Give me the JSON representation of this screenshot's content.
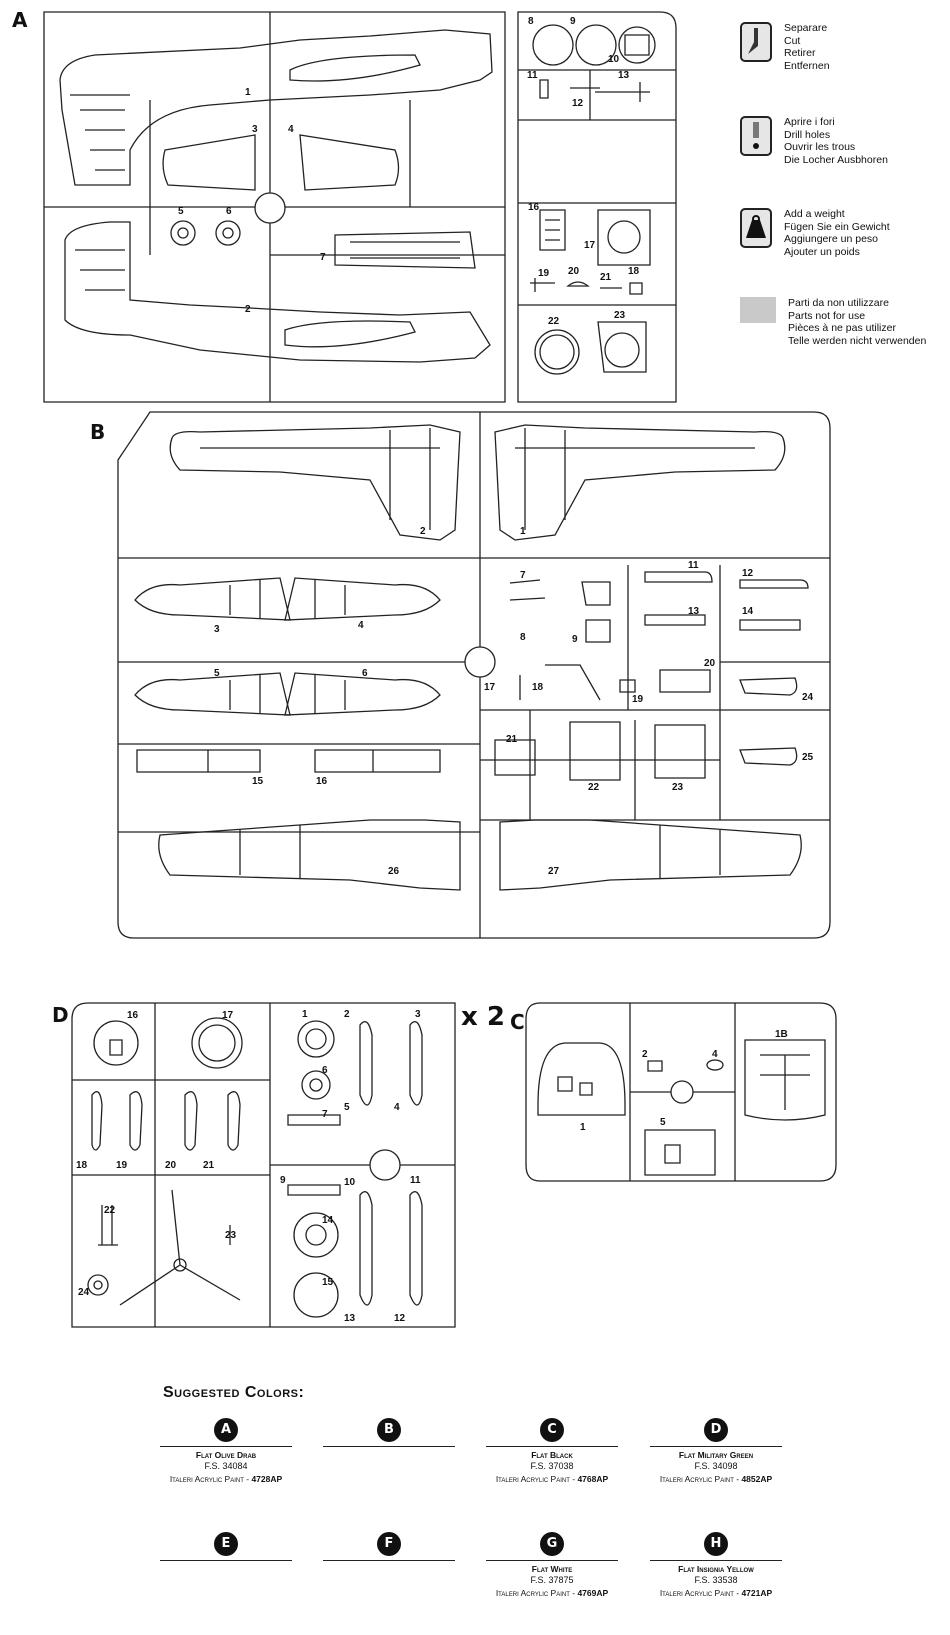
{
  "sprues": {
    "A": {
      "letter": "A",
      "parts": [
        "1",
        "2",
        "3",
        "4",
        "5",
        "6",
        "7",
        "8",
        "9",
        "10",
        "11",
        "12",
        "13",
        "16",
        "17",
        "19",
        "20",
        "21",
        "18",
        "22",
        "23"
      ]
    },
    "B": {
      "letter": "B",
      "parts": [
        "2",
        "1",
        "7",
        "8",
        "9",
        "11",
        "12",
        "13",
        "14",
        "3",
        "4",
        "5",
        "6",
        "17",
        "18",
        "19",
        "20",
        "24",
        "25",
        "21",
        "22",
        "23",
        "15",
        "16",
        "26",
        "27"
      ]
    },
    "C": {
      "letter": "C",
      "parts": [
        "1",
        "2",
        "4",
        "5",
        "1B"
      ]
    },
    "D": {
      "letter": "D",
      "multiplier": "x 2",
      "parts": [
        "16",
        "17",
        "18",
        "19",
        "20",
        "21",
        "22",
        "23",
        "24",
        "1",
        "2",
        "3",
        "6",
        "7",
        "5",
        "4",
        "9",
        "10",
        "11",
        "14",
        "15",
        "13",
        "12"
      ]
    }
  },
  "legend": {
    "cut": [
      "Separare",
      "Cut",
      "Retirer",
      "Entfernen"
    ],
    "drill": [
      "Aprire i fori",
      "Drill holes",
      "Ouvrir les trous",
      "Die Locher Ausbhoren"
    ],
    "weight": [
      "Add a weight",
      "Fügen Sie ein Gewicht",
      "Aggiungere un peso",
      "Ajouter un poids"
    ],
    "unused": [
      "Parti da non utilizzare",
      "Parts not for use",
      "Pièces à ne pas utilizer",
      "Telle werden nicht verwenden"
    ]
  },
  "colors": {
    "title": "Suggested Colors:",
    "items": [
      {
        "letter": "A",
        "name": "Flat Olive Drab",
        "fs": "F.S. 34084",
        "paint_prefix": "Italeri Acrylic Paint - ",
        "paint_code": "4728AP"
      },
      {
        "letter": "B",
        "name": "",
        "fs": "",
        "paint_prefix": "",
        "paint_code": ""
      },
      {
        "letter": "C",
        "name": "Flat Black",
        "fs": "F.S. 37038",
        "paint_prefix": "Italeri Acrylic Paint - ",
        "paint_code": "4768AP"
      },
      {
        "letter": "D",
        "name": "Flat Military Green",
        "fs": "F.S. 34098",
        "paint_prefix": "Italeri Acrylic Paint - ",
        "paint_code": "4852AP"
      },
      {
        "letter": "E",
        "name": "",
        "fs": "",
        "paint_prefix": "",
        "paint_code": ""
      },
      {
        "letter": "F",
        "name": "",
        "fs": "",
        "paint_prefix": "",
        "paint_code": ""
      },
      {
        "letter": "G",
        "name": "Flat White",
        "fs": "F.S. 37875",
        "paint_prefix": "Italeri Acrylic Paint - ",
        "paint_code": "4769AP"
      },
      {
        "letter": "H",
        "name": "Flat Insignia Yellow",
        "fs": "F.S. 33538",
        "paint_prefix": "Italeri Acrylic Paint - ",
        "paint_code": "4721AP"
      }
    ]
  }
}
